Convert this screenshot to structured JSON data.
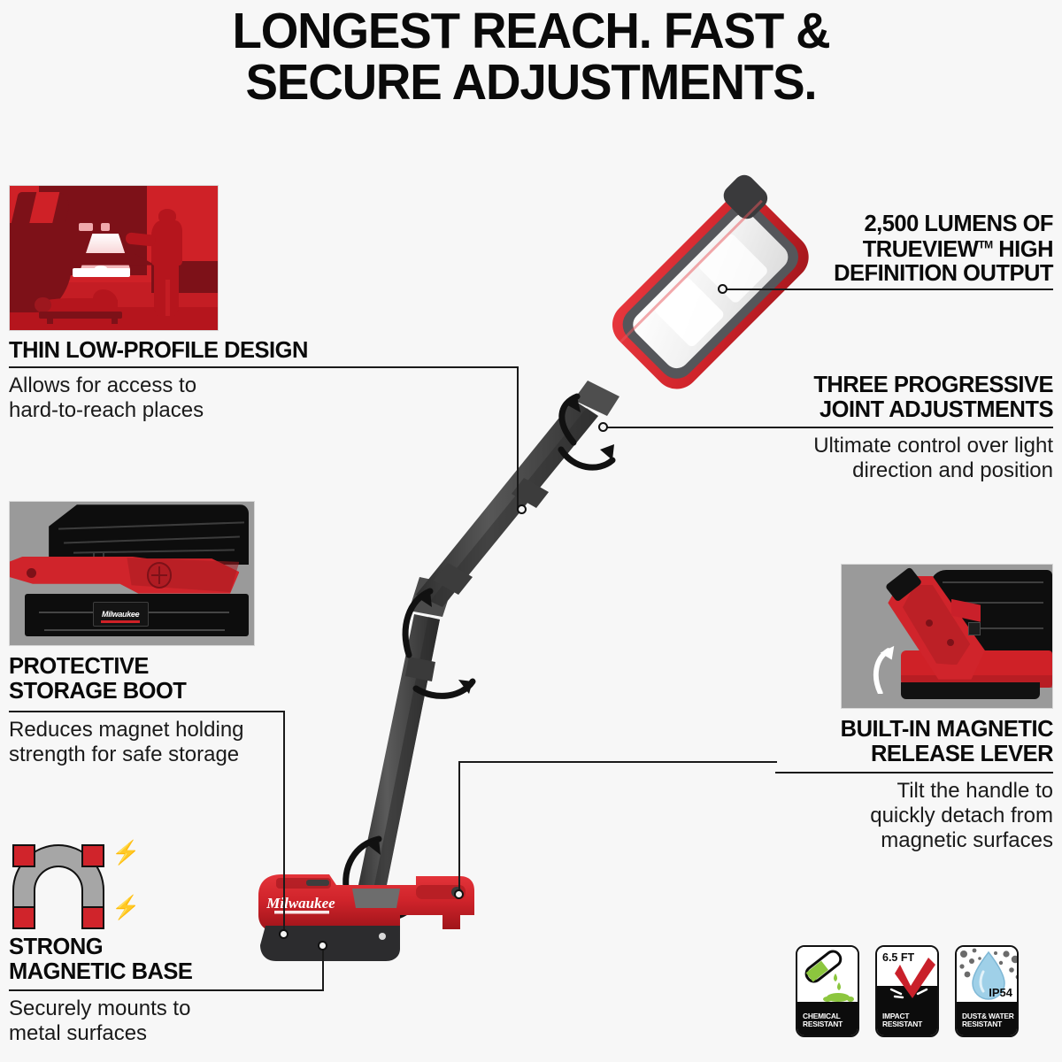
{
  "headline": {
    "line1": "LONGEST REACH. FAST &",
    "line2": "SECURE ADJUSTMENTS."
  },
  "callouts": {
    "thin_low_profile": {
      "title": "THIN LOW-PROFILE DESIGN",
      "body_line1": "Allows for access to",
      "body_line2": "hard-to-reach places",
      "image_name": "mechanic-under-truck-illustration"
    },
    "protective_boot": {
      "title_line1": "PROTECTIVE",
      "title_line2": "STORAGE BOOT",
      "body_line1": "Reduces magnet holding",
      "body_line2": "strength for safe storage",
      "image_name": "storage-boot-closeup-illustration",
      "logo_text": "Milwaukee"
    },
    "magnetic_base": {
      "title_line1": "STRONG",
      "title_line2": "MAGNETIC BASE",
      "body_line1": "Securely mounts to",
      "body_line2": "metal surfaces",
      "icon_name": "horseshoe-magnet-icon"
    },
    "lumens": {
      "line1": "2,500 LUMENS OF",
      "line2_a": "TRUEVIEW",
      "line2_tm": "TM",
      "line2_b": "HIGH",
      "line3": "DEFINITION OUTPUT"
    },
    "joint_adjustments": {
      "title_line1": "THREE PROGRESSIVE",
      "title_line2": "JOINT ADJUSTMENTS",
      "body_line1": "Ultimate control over light",
      "body_line2": "direction and position"
    },
    "release_lever": {
      "title_line1": "BUILT-IN MAGNETIC",
      "title_line2": "RELEASE LEVER",
      "body_line1": "Tilt the handle to",
      "body_line2": "quickly detach from",
      "body_line3": "magnetic surfaces",
      "image_name": "magnetic-release-lever-illustration"
    }
  },
  "badges": [
    {
      "icon_name": "test-tube-spill-icon",
      "label_line1": "CHEMICAL",
      "label_line2": "RESISTANT",
      "top_text": ""
    },
    {
      "icon_name": "drop-test-checkmark-icon",
      "label_line1": "IMPACT",
      "label_line2": "RESISTANT",
      "top_text": "6.5 FT"
    },
    {
      "icon_name": "water-dust-droplet-icon",
      "label_line1": "DUST& WATER",
      "label_line2": "RESISTANT",
      "top_text": "IP54"
    }
  ],
  "product": {
    "name": "milwaukee-underhood-work-light",
    "base_logo_text": "Milwaukee"
  },
  "colors": {
    "brand_red": "#cf2127",
    "dark_red": "#7d1118",
    "body_gray": "#4a4a4a",
    "background": "#f7f7f7",
    "ink": "#111111",
    "chemical_green": "#8cc63e",
    "water_blue": "#9fd0e8"
  }
}
